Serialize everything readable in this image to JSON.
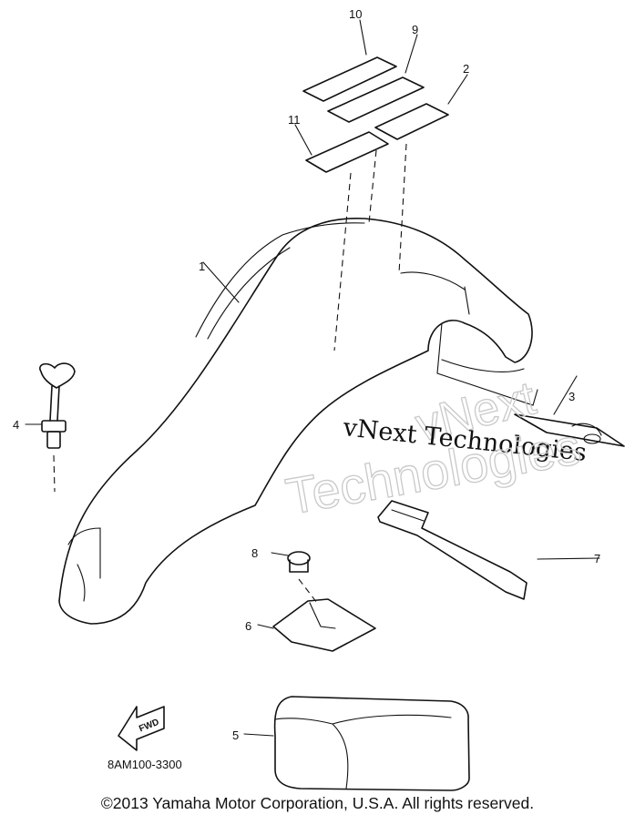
{
  "callouts": [
    "1",
    "2",
    "3",
    "4",
    "5",
    "6",
    "7",
    "8",
    "9",
    "10",
    "11"
  ],
  "fwd_label": "FWD",
  "diagram_code": "8AM100-3300",
  "watermark": {
    "line_outline_top": "vNext",
    "line_serif": "vNext Technologies",
    "line_outline_bottom": "Technologies"
  },
  "copyright": "©2013 Yamaha Motor Corporation, U.S.A. All rights reserved."
}
